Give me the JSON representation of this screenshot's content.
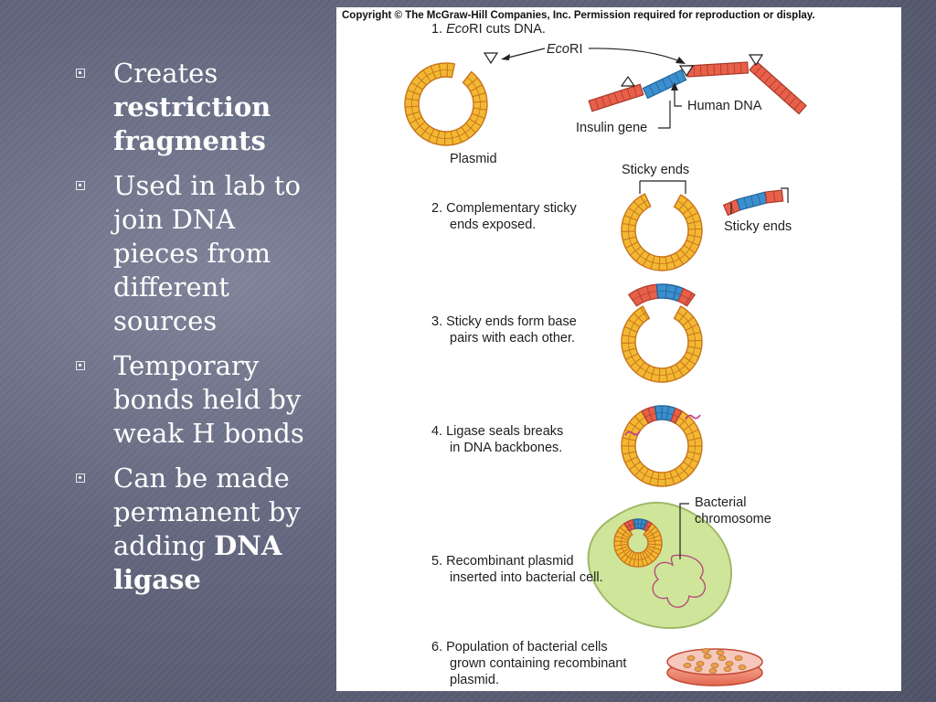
{
  "bullets": [
    {
      "parts": [
        {
          "text": "Creates ",
          "bold": false
        },
        {
          "text": "restriction fragments",
          "bold": true
        }
      ]
    },
    {
      "parts": [
        {
          "text": "Used in lab to join DNA pieces from different sources",
          "bold": false
        }
      ]
    },
    {
      "parts": [
        {
          "text": "Temporary bonds held by weak H bonds",
          "bold": false
        }
      ]
    },
    {
      "parts": [
        {
          "text": "Can be made permanent by adding ",
          "bold": false
        },
        {
          "text": "DNA ligase",
          "bold": true
        }
      ]
    }
  ],
  "figure": {
    "copyright": "Copyright © The McGraw-Hill Companies, Inc. Permission required for reproduction or display.",
    "step1": {
      "num": "1.",
      "italic": "Eco",
      "rest": "RI cuts DNA."
    },
    "ecori_label": {
      "italic": "Eco",
      "rest": "RI"
    },
    "human_dna": "Human DNA",
    "insulin_gene": "Insulin gene",
    "plasmid": "Plasmid",
    "sticky_ends_top": "Sticky ends",
    "sticky_ends_right": "Sticky ends",
    "step2": [
      "2. Complementary sticky",
      "ends exposed."
    ],
    "step3": [
      "3. Sticky ends form base",
      "pairs with each other."
    ],
    "step4": [
      "4. Ligase seals breaks",
      "in DNA backbones."
    ],
    "bacterial_chromosome": [
      "Bacterial",
      "chromosome"
    ],
    "step5": [
      "5. Recombinant plasmid",
      "inserted into bacterial cell."
    ],
    "step6": [
      "6. Population of bacterial cells",
      "grown containing recombinant",
      "plasmid."
    ]
  },
  "colors": {
    "ring_fill": "#f2b833",
    "ring_stroke": "#c9731a",
    "insert_blue": "#3b8fcf",
    "human_dna_red": "#e8604a",
    "cell_green": "#cfe59a",
    "dish_pink": "#f08a78"
  }
}
